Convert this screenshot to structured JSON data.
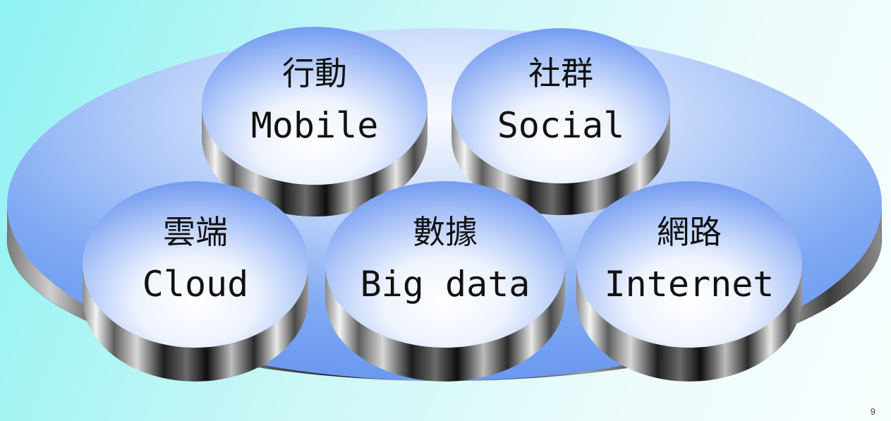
{
  "diagram": {
    "nodes": [
      {
        "id": "mobile",
        "zh": "行動",
        "en": "Mobile"
      },
      {
        "id": "social",
        "zh": "社群",
        "en": "Social"
      },
      {
        "id": "cloud",
        "zh": "雲端",
        "en": "Cloud"
      },
      {
        "id": "bigdata",
        "zh": "數據",
        "en": "Big data"
      },
      {
        "id": "internet",
        "zh": "網路",
        "en": "Internet"
      }
    ]
  },
  "footer": {
    "page_number": "9"
  },
  "colors": {
    "platform_top": "#6f9cf0",
    "disc_top_center": "#ffffff",
    "disc_top_edge": "#6d96f0",
    "metal_dark": "#2a2a2a",
    "metal_light": "#f2f2f2"
  }
}
